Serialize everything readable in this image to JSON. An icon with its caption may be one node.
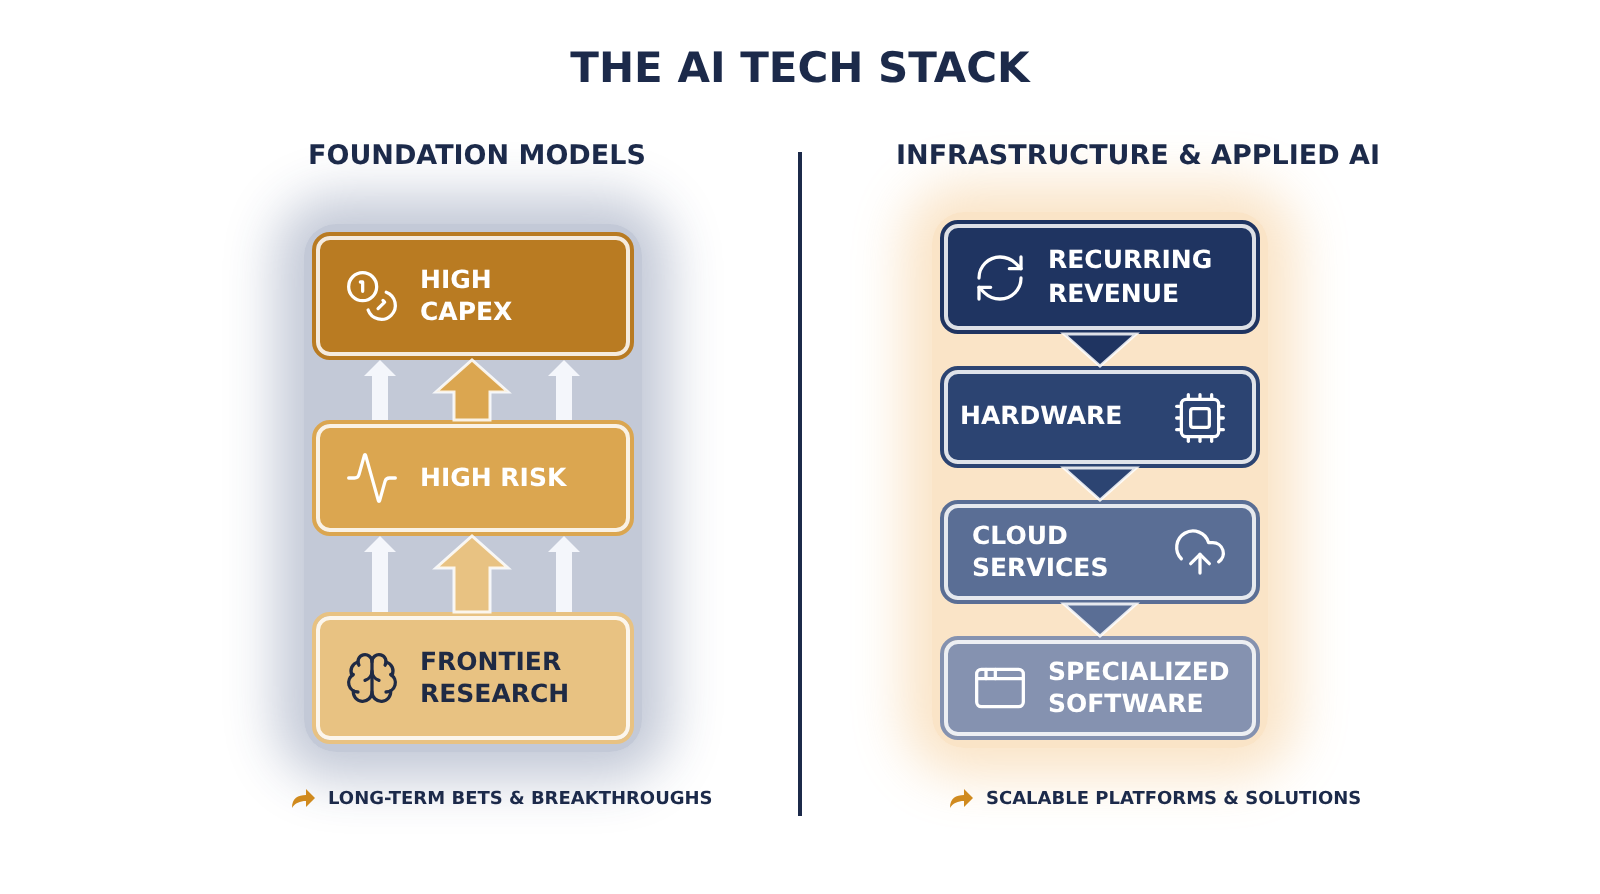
{
  "diagram": {
    "title": "THE AI TECH STACK",
    "nodes": [
      {
        "text": [
          "HIGH CAPEX"
        ]
      },
      {
        "text": [
          "HIGH RISK"
        ]
      },
      {
        "text": [
          "FRONTIER RESEARCH"
        ]
      },
      {
        "text": [
          "RECURRING REVENUE"
        ]
      },
      {
        "text": [
          "HARDWARE"
        ]
      },
      {
        "text": [
          "CLOUD SERVICES"
        ]
      },
      {
        "text": [
          "SPECIALIZED SOFTWARE"
        ]
      }
    ],
    "edges": [
      {
        "from": 2,
        "to": 1,
        "arrow": "to",
        "style": "thick",
        "color": "#e8c282"
      },
      {
        "from": 2,
        "to": 1,
        "arrow": "to"
      },
      {
        "from": 2,
        "to": 1,
        "arrow": "to"
      },
      {
        "from": 1,
        "to": 0,
        "arrow": "to",
        "style": "thick",
        "color": "#dba650"
      },
      {
        "from": 1,
        "to": 0,
        "arrow": "to"
      },
      {
        "from": 1,
        "to": 0,
        "arrow": "to"
      },
      {
        "from": 3,
        "to": 4,
        "arrow": "to",
        "style": "thick",
        "color": "#1f3461"
      },
      {
        "from": 4,
        "to": 5,
        "arrow": "to",
        "style": "thick",
        "color": "#2c4472"
      },
      {
        "from": 5,
        "to": 6,
        "arrow": "to",
        "style": "thick",
        "color": "#5a6e95"
      }
    ],
    "labels": [
      "FOUNDATION MODELS",
      "INFRASTRUCTURE & APPLIED AI",
      "LONG-TERM BETS & BREAKTHROUGHS",
      "SCALABLE PLATFORMS & SOLUTIONS"
    ]
  }
}
